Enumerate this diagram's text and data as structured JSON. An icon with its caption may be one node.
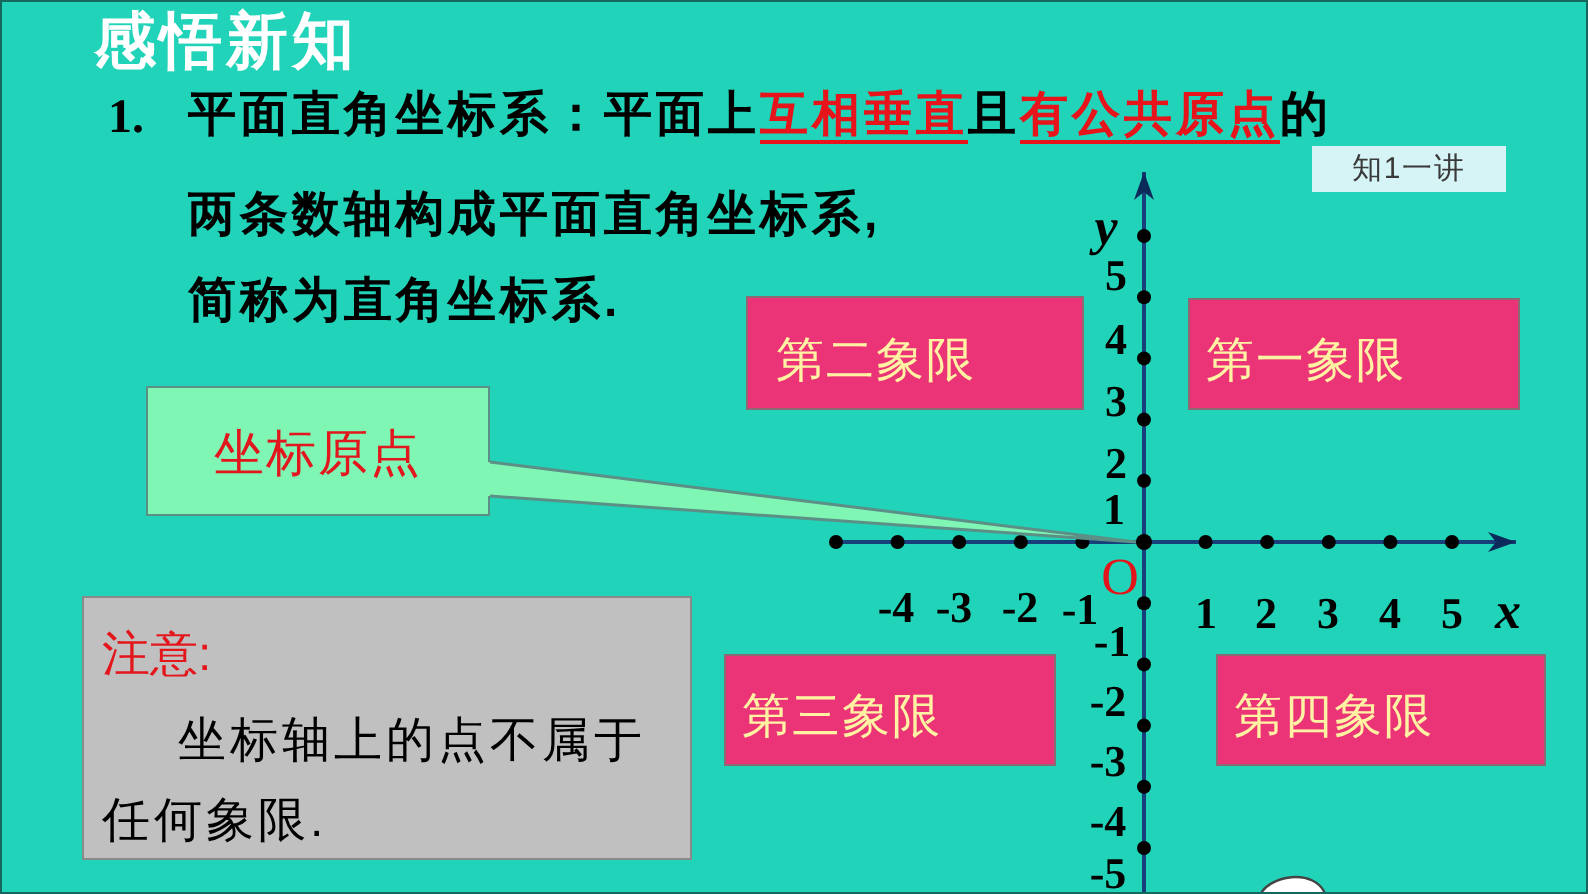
{
  "diagram": {
    "title": "感悟新知",
    "nodes": [
      {
        "text": [
          "知1一讲"
        ]
      },
      {
        "text": [
          "第二象限"
        ]
      },
      {
        "text": [
          "第一象限"
        ]
      },
      {
        "text": [
          "坐标原点"
        ]
      },
      {
        "text": [],
        "shape": "circle"
      },
      {
        "text": [
          "注意:",
          "坐标轴上的点不属于任何象限."
        ]
      },
      {
        "text": [
          "第三象限"
        ]
      },
      {
        "text": [
          "第四象限"
        ]
      }
    ],
    "edges": [
      {
        "from": 3,
        "to": 4,
        "arrow": "none"
      }
    ],
    "labels": [
      "1.",
      "平面直角坐标系：平面上**互相垂直**且**有公共原点**的",
      "两条数轴构成平面直角坐标系,",
      "简称为直角坐标系.",
      "y",
      "5",
      "4",
      "3",
      "2",
      "1",
      "O",
      "-4",
      "-3",
      "-2",
      "-1",
      "1",
      "2",
      "3",
      "4",
      "5",
      "x",
      "-1",
      "-2",
      "-3",
      "-4",
      "-5"
    ]
  }
}
